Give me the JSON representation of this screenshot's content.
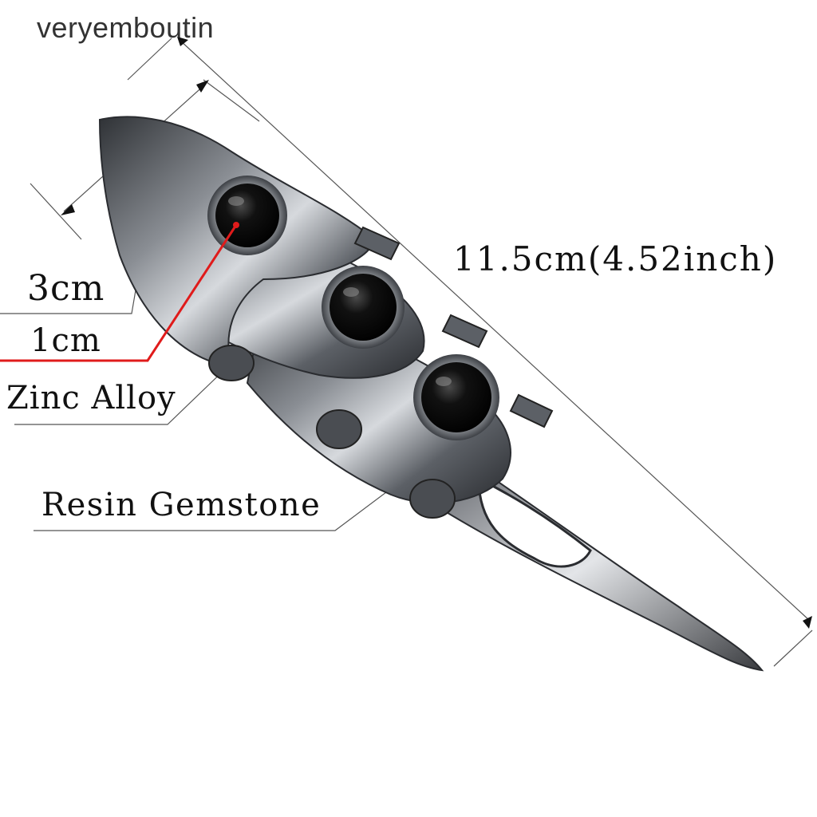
{
  "watermark": "veryemboutin",
  "annotations": {
    "length": "11.5cm(4.52inch)",
    "width": "3cm",
    "gem_size": "1cm",
    "material": "Zinc Alloy",
    "gemstone": "Resin Gemstone"
  },
  "colors": {
    "metal_dark": "#3a3d42",
    "metal_mid": "#6b6f75",
    "metal_light": "#c9ccd1",
    "gem": "#0a0a0a",
    "callout_red": "#e01b1b",
    "line": "#555555"
  }
}
